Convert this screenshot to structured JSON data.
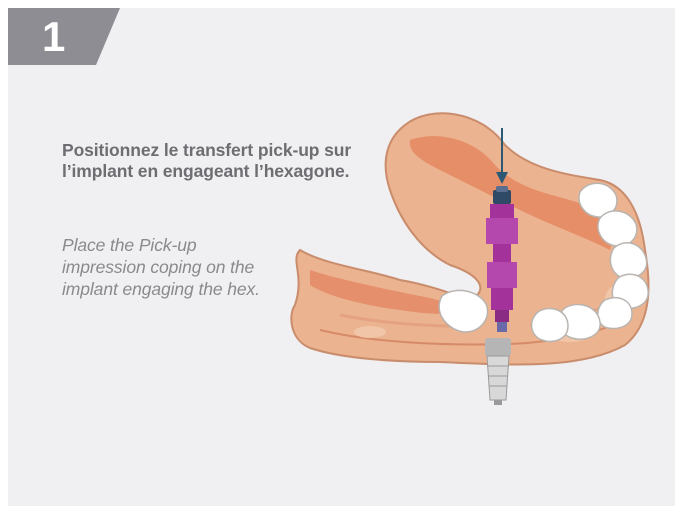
{
  "step": {
    "number": "1",
    "badge_color": "#8e8d93"
  },
  "instruction": {
    "french": "Positionnez le transfert pick-up sur l’implant en engageant l’hexagone.",
    "english": "Place the Pick-up impression coping on the implant engaging the hex."
  },
  "illustration": {
    "icons": [
      "lower-jaw-icon",
      "teeth-icon",
      "implant-icon",
      "pickup-coping-icon",
      "down-arrow-icon"
    ],
    "colors": {
      "gum": "#e8a987",
      "gum_dark": "#d98866",
      "coping": "#a3339b",
      "arrow": "#2b5873",
      "implant": "#c7c7c7"
    }
  }
}
